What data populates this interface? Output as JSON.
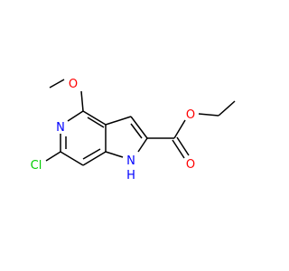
{
  "molecule": {
    "atoms": {
      "O_methoxy": "O",
      "N_pyridine": "N",
      "Cl": "Cl",
      "NH": "N",
      "H": "H",
      "O_ester_single": "O",
      "O_ester_carbonyl": "O"
    },
    "colors": {
      "bond": "#000000",
      "oxygen": "#ff0000",
      "nitrogen": "#0000ff",
      "chlorine": "#00cc00"
    }
  }
}
